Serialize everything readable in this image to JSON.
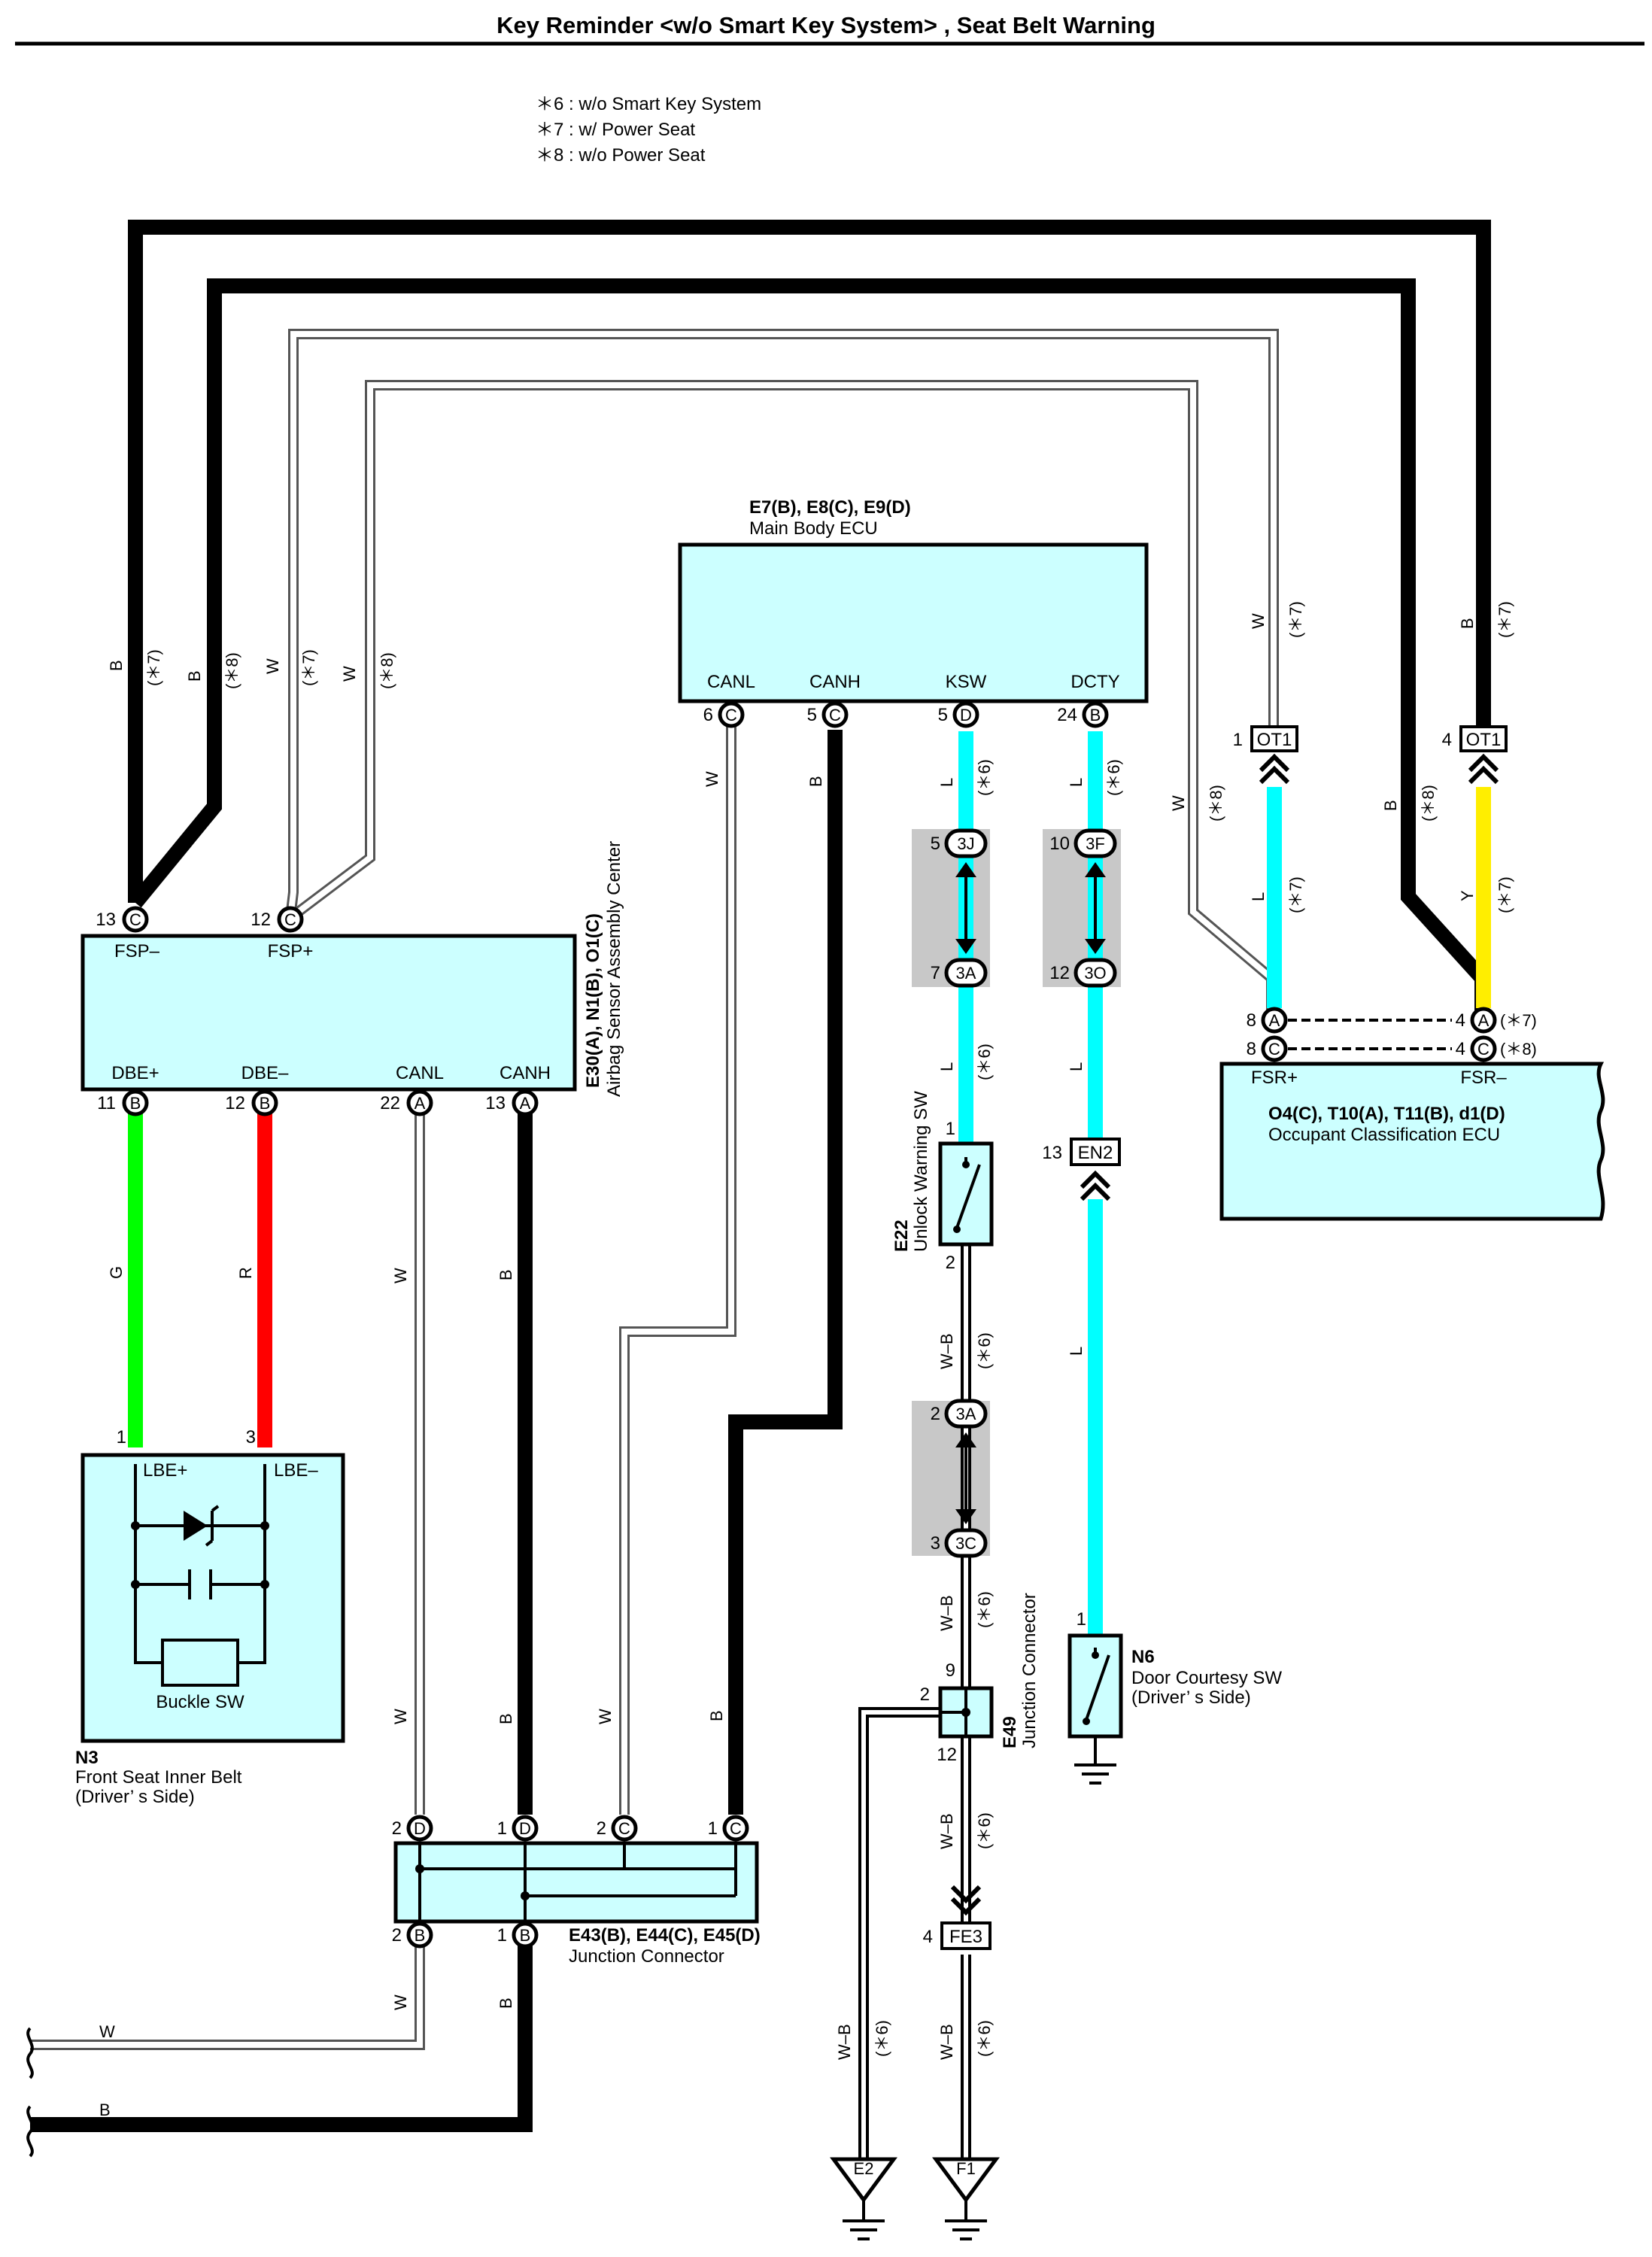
{
  "page": {
    "title": "Key Reminder <w/o Smart Key System> , Seat Belt Warning",
    "notes": [
      "＊6 : w/o Smart Key System",
      "＊7 : w/ Power Seat",
      "＊8 : w/o Power Seat"
    ]
  },
  "colors": {
    "B": "#000000",
    "W": "#ffffff",
    "L": "#00ffff",
    "G": "#00ff00",
    "R": "#ff0000",
    "Y": "#ffff00",
    "WB": "#ffffff",
    "box": "#ccffff",
    "jc": "#c8c8c8"
  },
  "components": {
    "main_body_ecu": {
      "code": "E7(B), E8(C), E9(D)",
      "name": "Main Body ECU",
      "pins": {
        "canl": "CANL",
        "canh": "CANH",
        "ksw": "KSW",
        "dcty": "DCTY"
      },
      "pinnums": {
        "canl": "6",
        "canh": "5",
        "ksw": "5",
        "dcty": "24"
      },
      "conns": {
        "canl": "C",
        "canh": "C",
        "ksw": "D",
        "dcty": "B"
      }
    },
    "airbag": {
      "code": "E30(A), N1(B), O1(C)",
      "name": "Airbag Sensor Assembly Center",
      "pins": {
        "fspm": "FSP–",
        "fspp": "FSP+",
        "dbep": "DBE+",
        "dbem": "DBE–",
        "canl": "CANL",
        "canh": "CANH"
      },
      "pinnums": {
        "fspm": "13",
        "fspp": "12",
        "dbep": "11",
        "dbem": "12",
        "canl": "22",
        "canh": "13"
      },
      "conns": {
        "fspm": "C",
        "fspp": "C",
        "dbep": "B",
        "dbem": "B",
        "canl": "A",
        "canh": "A"
      }
    },
    "seat_belt": {
      "code": "N3",
      "name1": "Front Seat Inner Belt",
      "name2": "(Driver’ s Side)",
      "pins": {
        "lbep": "LBE+",
        "lbem": "LBE–"
      },
      "pinnums": {
        "lbep": "1",
        "lbem": "3"
      },
      "sw": "Buckle SW"
    },
    "occupant_ecu": {
      "code": "O4(C), T10(A), T11(B), d1(D)",
      "name": "Occupant Classification ECU",
      "pins": {
        "fsrp": "FSR+",
        "fsrm": "FSR–"
      },
      "pinnums": {
        "a1": "8",
        "a2": "8",
        "b1": "4",
        "b2": "4"
      },
      "conns": {
        "a1": "A",
        "a2": "C",
        "b1": "A",
        "b2": "C"
      },
      "tags": {
        "b1": "(＊7)",
        "b2": "(＊8)"
      }
    },
    "unlock_sw": {
      "code": "E22",
      "name": "Unlock Warning SW",
      "pin1": "1",
      "pin2": "2"
    },
    "door_sw": {
      "code": "N6",
      "name1": "Door Courtesy SW",
      "name2": "(Driver’ s Side)",
      "pin": "1"
    },
    "jc_e49": {
      "code": "E49",
      "name": "Junction Connector",
      "pins": {
        "top": "9",
        "left": "2",
        "bottom": "12"
      }
    },
    "jc_e43": {
      "code": "E43(B), E44(C), E45(D)",
      "name": "Junction Connector",
      "top": [
        {
          "n": "2",
          "c": "D"
        },
        {
          "n": "1",
          "c": "D"
        },
        {
          "n": "2",
          "c": "C"
        },
        {
          "n": "1",
          "c": "C"
        }
      ],
      "bottom": [
        {
          "n": "2",
          "c": "B"
        },
        {
          "n": "1",
          "c": "B"
        }
      ]
    }
  },
  "connectors": {
    "ot1_a": {
      "pin": "1",
      "name": "OT1"
    },
    "ot1_b": {
      "pin": "4",
      "name": "OT1"
    },
    "en2": {
      "pin": "13",
      "name": "EN2"
    },
    "fe3": {
      "pin": "4",
      "name": "FE3"
    },
    "j3j": {
      "pin": "5",
      "name": "3J"
    },
    "j3a_top": {
      "pin": "7",
      "name": "3A"
    },
    "j3f": {
      "pin": "10",
      "name": "3F"
    },
    "j3o": {
      "pin": "12",
      "name": "3O"
    },
    "j3a_low": {
      "pin": "2",
      "name": "3A"
    },
    "j3c": {
      "pin": "3",
      "name": "3C"
    }
  },
  "grounds": {
    "e2": "E2",
    "f1": "F1"
  },
  "wires": {
    "B": "B",
    "W": "W",
    "L": "L",
    "G": "G",
    "R": "R",
    "Y": "Y",
    "WB": "W–B",
    "t6": "(＊6)",
    "t7": "(＊7)",
    "t8": "(＊8)"
  }
}
